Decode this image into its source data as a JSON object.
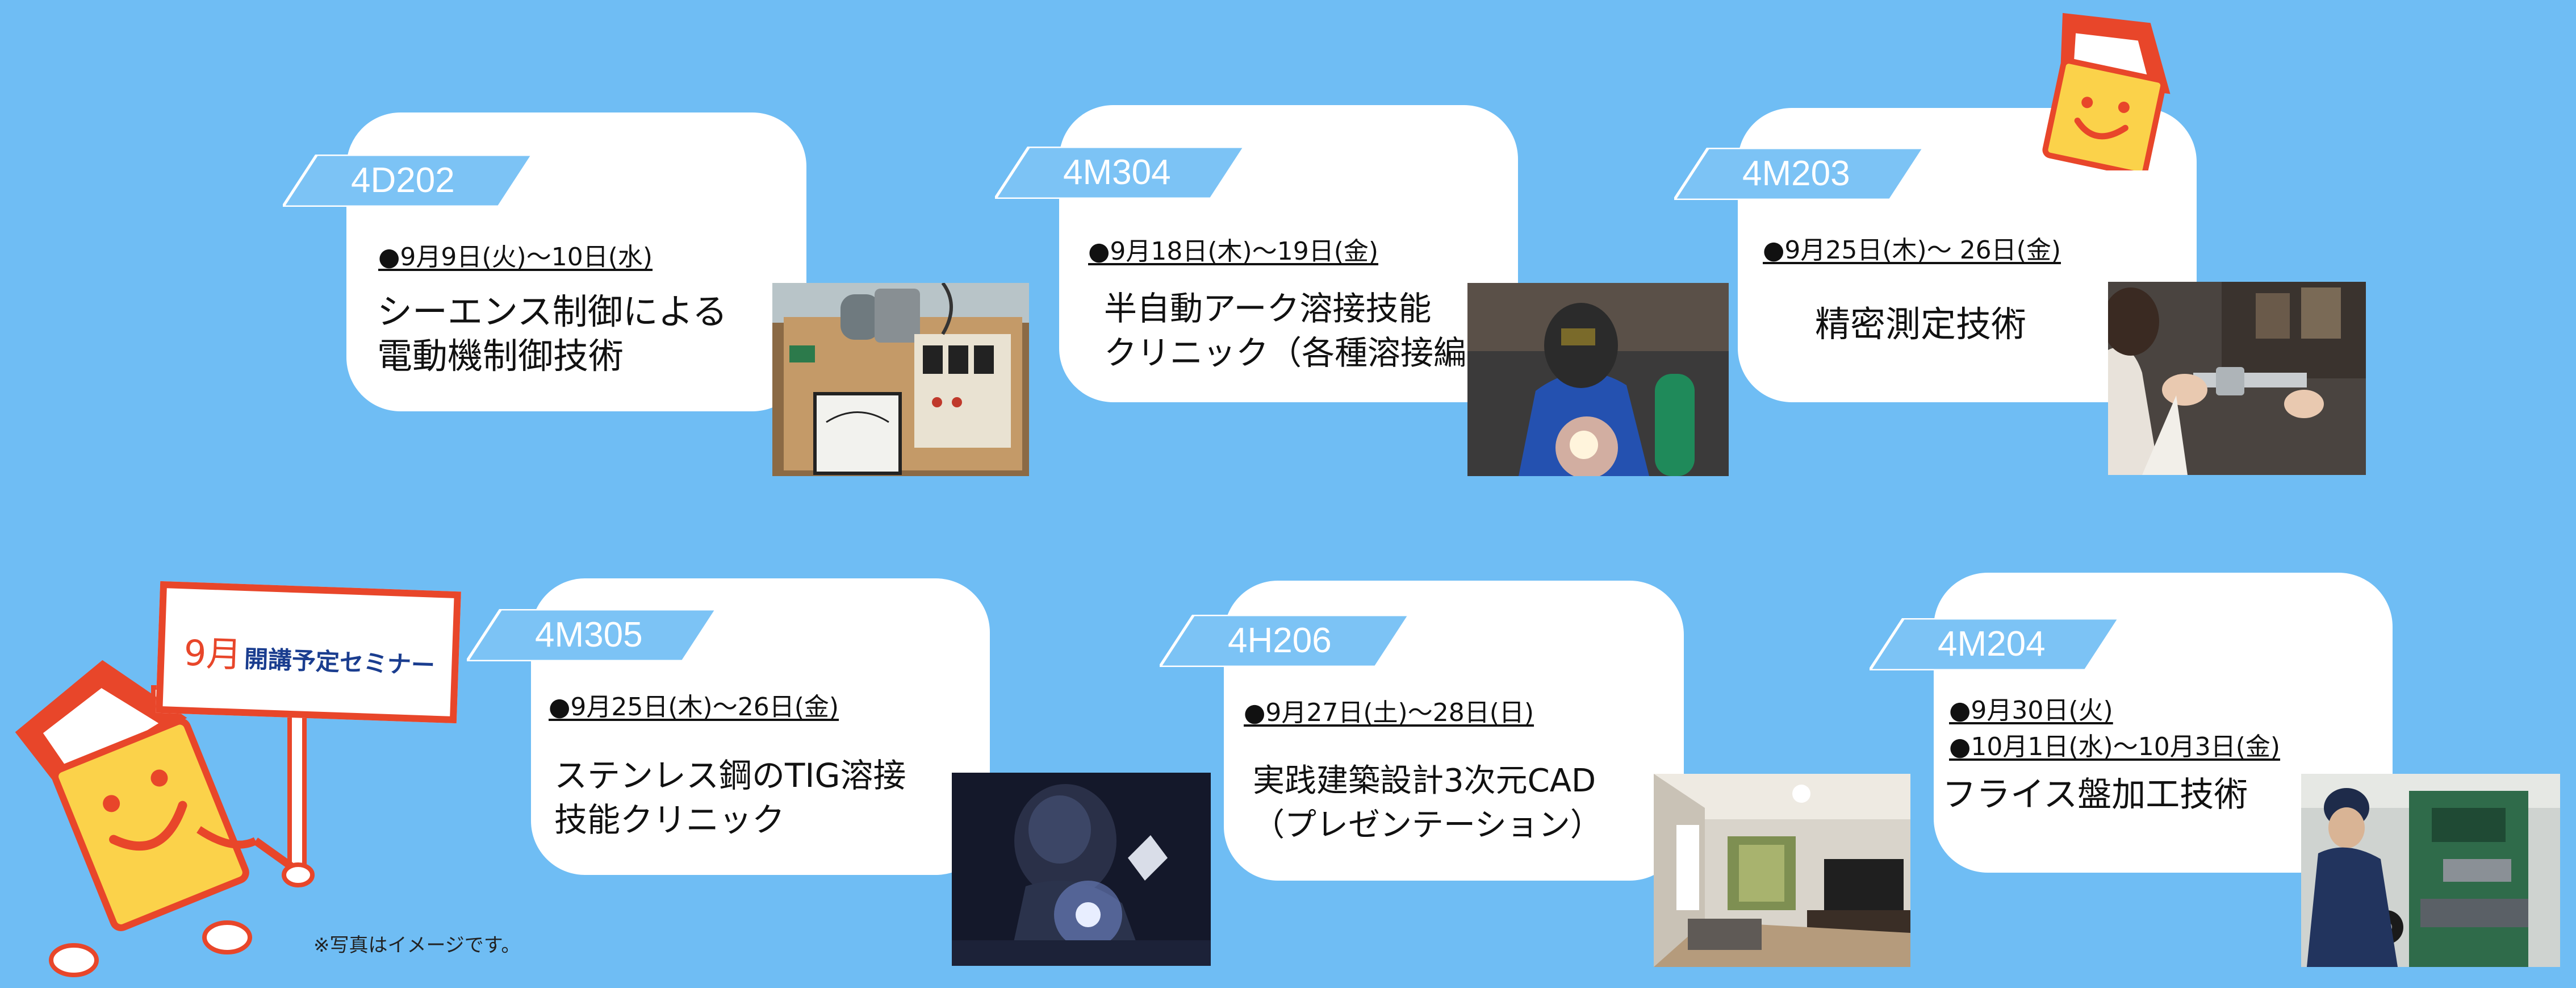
{
  "note": "※写真はイメージです。",
  "sign": {
    "month": "9月",
    "text": "開講予定セミナー"
  },
  "courses": [
    {
      "code": "4D202",
      "dates": [
        "●9月9日(火)〜10日(水)"
      ],
      "title": [
        "シーエンス制御による",
        "電動機制御技術"
      ],
      "photo": "motor-control-panel-photo"
    },
    {
      "code": "4M304",
      "dates": [
        "●9月18日(木)〜19日(金)"
      ],
      "title": [
        "半自動アーク溶接技能",
        "クリニック（各種溶接編）"
      ],
      "photo": "arc-welding-photo"
    },
    {
      "code": "4M203",
      "dates": [
        "●9月25日(木)〜 26日(金)"
      ],
      "title": [
        "精密測定技術"
      ],
      "photo": "caliper-measurement-photo"
    },
    {
      "code": "4M305",
      "dates": [
        "●9月25日(木)〜26日(金)"
      ],
      "title": [
        "ステンレス鋼のTIG溶接",
        "技能クリニック"
      ],
      "photo": "tig-welding-photo"
    },
    {
      "code": "4H206",
      "dates": [
        "●9月27日(土)〜28日(日)"
      ],
      "title": [
        "実践建築設計3次元CAD",
        "（プレゼンテーション）"
      ],
      "photo": "3d-cad-room-photo"
    },
    {
      "code": "4M204",
      "dates": [
        "●9月30日(火)",
        "●10月1日(水)〜10月3日(金)"
      ],
      "title": [
        "フライス盤加工技術"
      ],
      "photo": "milling-machine-photo"
    }
  ],
  "colors": {
    "background": "#6fbdf4",
    "tag": "#7cc3f5",
    "mascot_body": "#fbd24a",
    "mascot_hat": "#e8462a",
    "sign_border": "#e8462a",
    "sign_month": "#e8462a",
    "sign_text": "#1a3d8f"
  }
}
